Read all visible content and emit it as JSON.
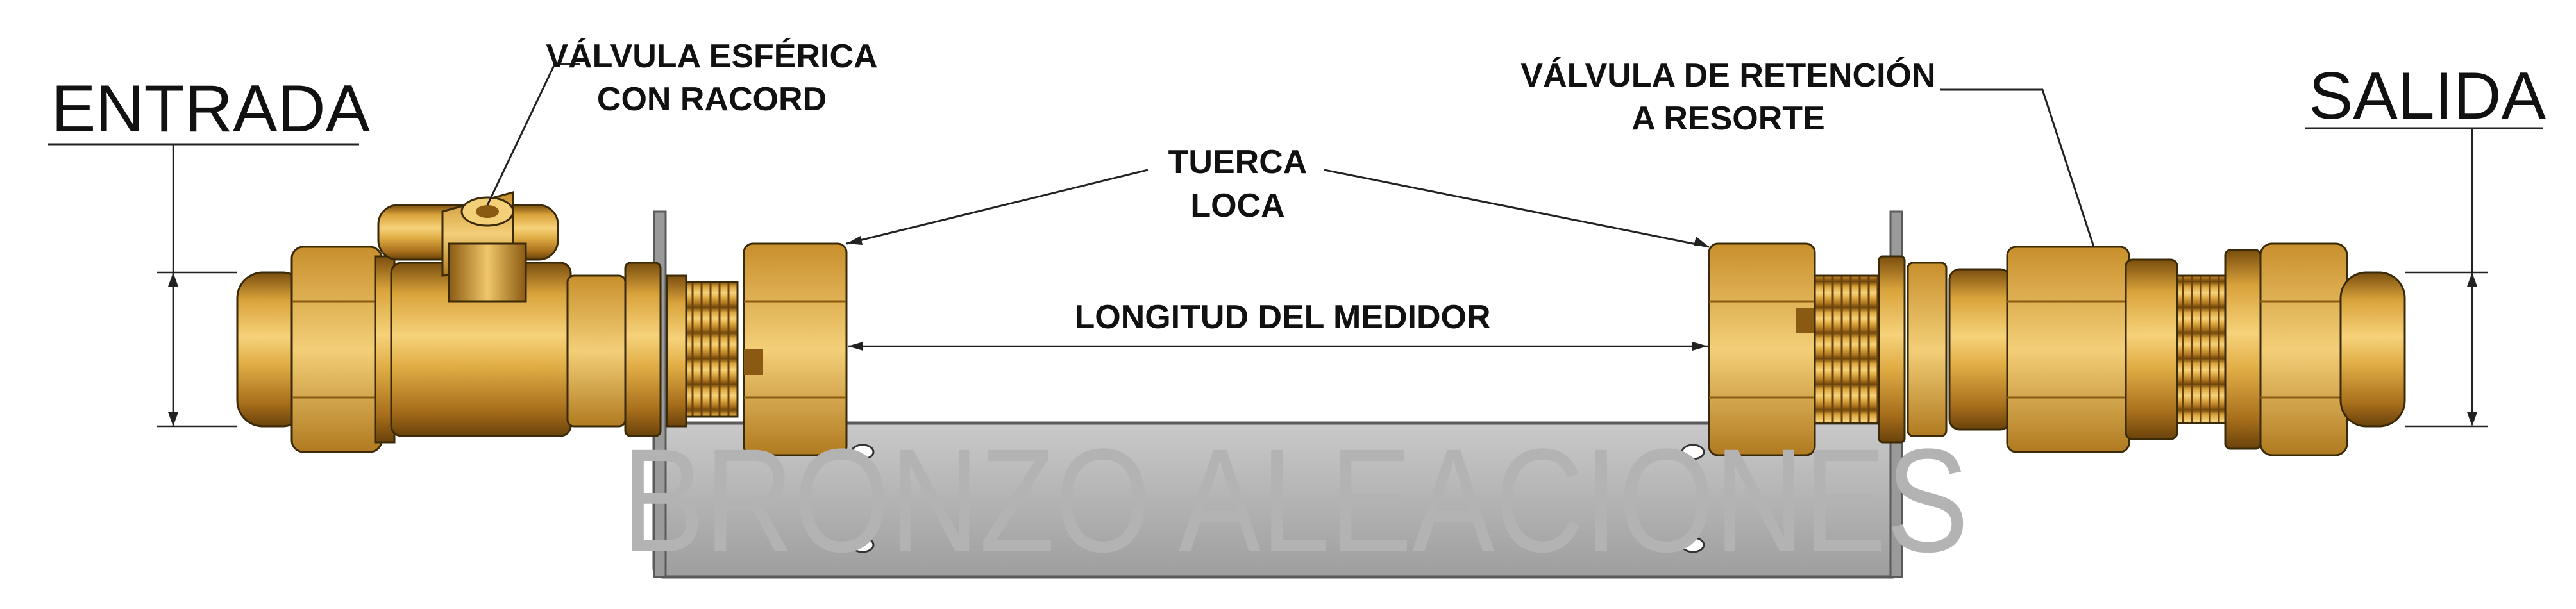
{
  "labels": {
    "inlet": "ENTRADA",
    "outlet": "SALIDA",
    "ball_valve_line1": "VÁLVULA ESFÉRICA",
    "ball_valve_line2": "CON RACORD",
    "check_valve_line1": "VÁLVULA DE RETENCIÓN",
    "check_valve_line2": "A RESORTE",
    "lock_nut_line1": "TUERCA",
    "lock_nut_line2": "LOCA",
    "meter_length": "LONGITUD DEL MEDIDOR"
  },
  "watermark": "BRONZO ALEACIONES",
  "colors": {
    "brass_light": "#f2c76a",
    "brass_mid": "#d9a33b",
    "brass_dark": "#8a5a12",
    "bracket": "#a9a9a9",
    "watermark": "#b3b3b3"
  }
}
